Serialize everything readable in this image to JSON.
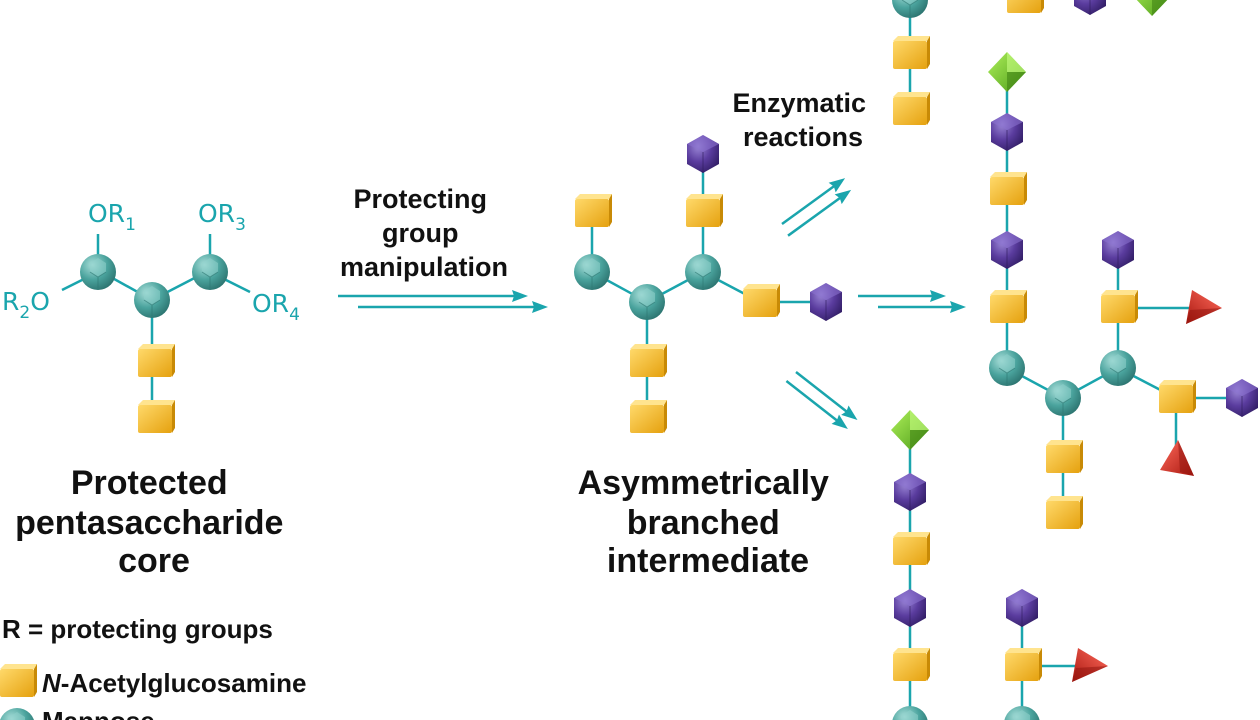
{
  "labels": {
    "step1": [
      "Protecting",
      "group",
      "manipulation"
    ],
    "step2": [
      "Enzymatic",
      "reactions"
    ],
    "core": [
      "Protected",
      "pentasaccharide",
      "core"
    ],
    "intermediate": [
      "Asymmetrically",
      "branched",
      "intermediate"
    ],
    "r_def": "R = protecting groups",
    "legend": [
      {
        "prefix": "N",
        "text": "-Acetylglucosamine",
        "symbol": "glcnac-cube-icon"
      },
      {
        "prefix": "",
        "text": "Mannose",
        "symbol": "mannose-ball-icon"
      }
    ]
  },
  "chem": {
    "or1": {
      "main": "OR",
      "sub": "1"
    },
    "or3": {
      "main": "OR",
      "sub": "3"
    },
    "or4": {
      "main": "OR",
      "sub": "4"
    },
    "r2o": {
      "main1": "R",
      "sub": "2",
      "main2": "O"
    }
  },
  "colors": {
    "teal": "#1aa5ad",
    "glcnac": "#f2b31f",
    "mannose": "#4aa39d",
    "purple": "#5a3c9e",
    "green": "#6cc02a",
    "red": "#d32c23"
  }
}
